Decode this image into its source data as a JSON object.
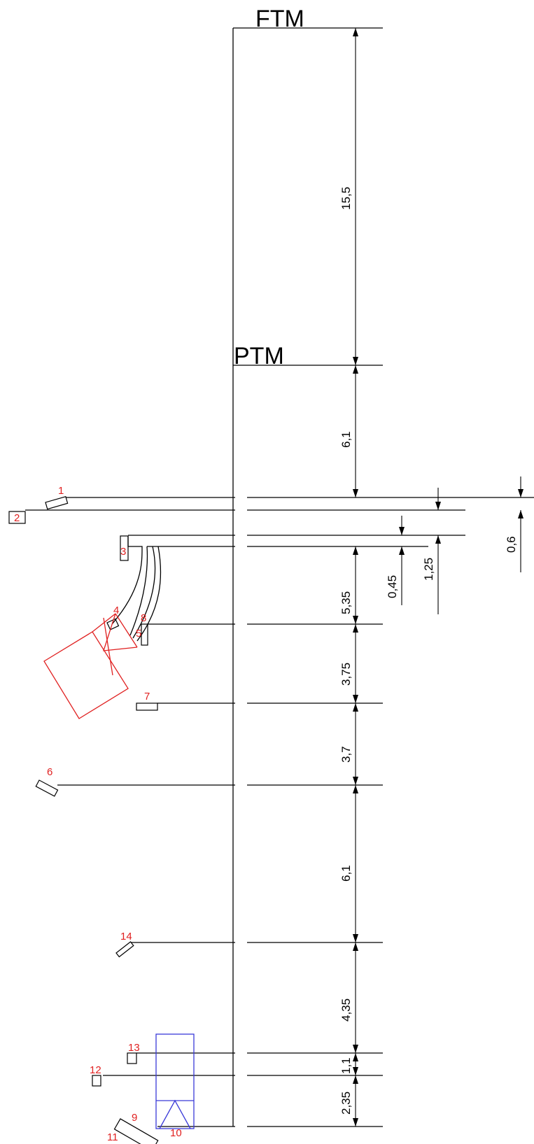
{
  "labels": {
    "ftm": "FTM",
    "ptm": "PTM"
  },
  "dimensions": [
    "15,5",
    "6,1",
    "5,35",
    "3,75",
    "3,7",
    "6,1",
    "4,35",
    "1,1",
    "2,35",
    "0,45",
    "1,25",
    "0,6"
  ],
  "markers": [
    "1",
    "2",
    "3",
    "4",
    "5",
    "6",
    "7",
    "8",
    "9",
    "10",
    "11",
    "12",
    "13",
    "14"
  ],
  "colors": {
    "line": "#000000",
    "marker_text": "#e02020",
    "red_frame": "#e02020",
    "blue_frame": "#3a3ad8"
  }
}
